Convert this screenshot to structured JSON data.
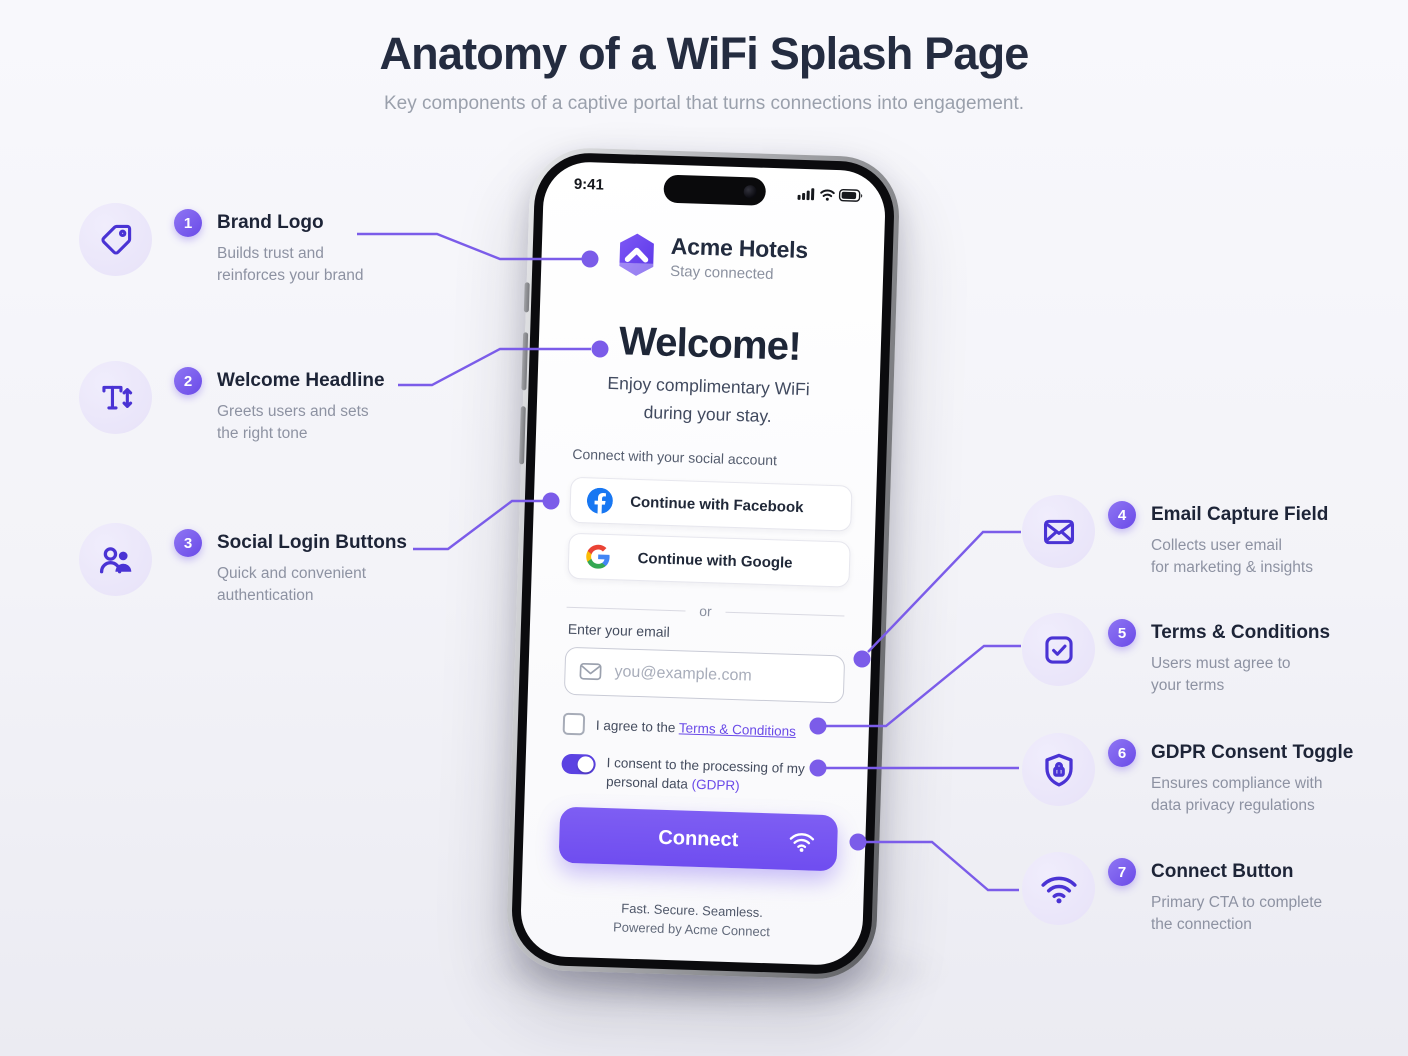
{
  "page": {
    "title": "Anatomy of a WiFi Splash Page",
    "subtitle": "Key components of a captive portal that turns connections into engagement."
  },
  "phone": {
    "status": {
      "time": "9:41"
    },
    "brand": {
      "name": "Acme Hotels",
      "tagline": "Stay connected"
    },
    "welcome": {
      "headline": "Welcome!",
      "sub_line1": "Enjoy complimentary WiFi",
      "sub_line2": "during your stay."
    },
    "social": {
      "label": "Connect with your social account",
      "facebook": "Continue with Facebook",
      "google": "Continue with Google",
      "divider": "or"
    },
    "email": {
      "label": "Enter your email",
      "placeholder": "you@example.com"
    },
    "terms": {
      "prefix": "I agree to the ",
      "link": "Terms & Conditions"
    },
    "gdpr": {
      "line1": "I consent to the processing of my",
      "line2": "personal data ",
      "link": "(GDPR)"
    },
    "cta": {
      "label": "Connect"
    },
    "footer": {
      "line1": "Fast. Secure. Seamless.",
      "line2": "Powered by Acme Connect"
    }
  },
  "annotations": {
    "left": [
      {
        "number": "1",
        "title": "Brand Logo",
        "desc1": "Builds trust and",
        "desc2": "reinforces your brand",
        "icon": "tag-icon"
      },
      {
        "number": "2",
        "title": "Welcome Headline",
        "desc1": "Greets users and sets",
        "desc2": "the right tone",
        "icon": "typography-icon"
      },
      {
        "number": "3",
        "title": "Social Login Buttons",
        "desc1": "Quick and convenient",
        "desc2": "authentication",
        "icon": "users-icon"
      }
    ],
    "right": [
      {
        "number": "4",
        "title": "Email Capture Field",
        "desc1": "Collects user email",
        "desc2": "for marketing & insights",
        "icon": "envelope-icon"
      },
      {
        "number": "5",
        "title": "Terms & Conditions",
        "desc1": "Users must agree to",
        "desc2": "your terms",
        "icon": "checkbox-icon"
      },
      {
        "number": "6",
        "title": "GDPR Consent Toggle",
        "desc1": "Ensures compliance with",
        "desc2": "data privacy regulations",
        "icon": "shield-lock-icon"
      },
      {
        "number": "7",
        "title": "Connect Button",
        "desc1": "Primary CTA to complete",
        "desc2": "the connection",
        "icon": "wifi-icon"
      }
    ]
  },
  "colors": {
    "accent_purple": "#6a4ae8",
    "connector_purple": "#7b5ce9",
    "facebook_blue": "#1877F2",
    "title_navy": "#242c40",
    "toggle_purple": "#5b42e2"
  }
}
